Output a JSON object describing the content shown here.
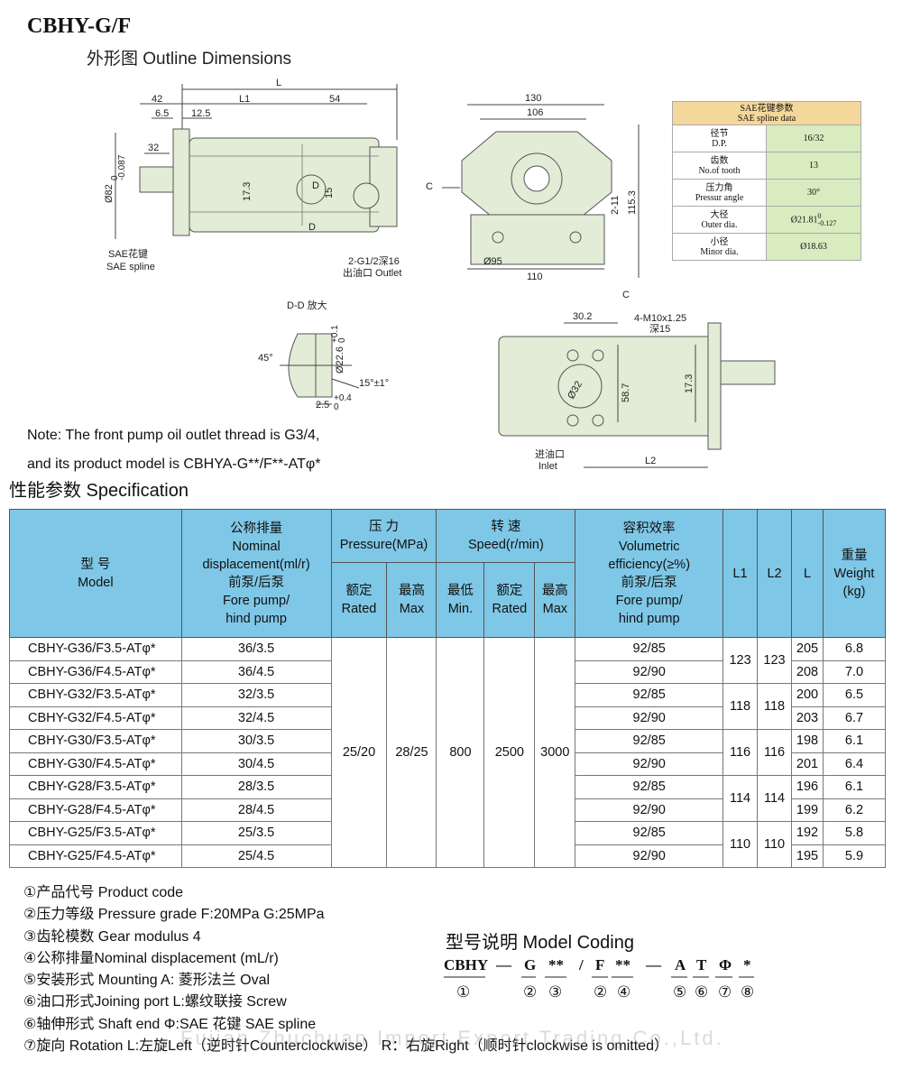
{
  "header": {
    "model": "CBHY-G/F",
    "outline_title": "外形图 Outline Dimensions"
  },
  "drawing_labels": {
    "L": "L",
    "L1": "L1",
    "d54": "54",
    "d42": "42",
    "d6_5": "6.5",
    "d12_5": "12.5",
    "d32": "32",
    "phi82": "Ø82",
    "phi82_tol_a": "0",
    "phi82_tol_b": "-0.087",
    "d17_3": "17.3",
    "D_upper": "D",
    "D_lower": "D",
    "d15": "15",
    "port": "2-G1/2深16",
    "outlet": "出油口 Outlet",
    "sae_cn": "SAE花键",
    "sae_en": "SAE spline",
    "d130": "130",
    "d106": "106",
    "C": "C",
    "d2_11": "2-11",
    "d115_3": "115.3",
    "phi95": "Ø95",
    "d110": "110",
    "dd_title": "D-D 放大",
    "deg45": "45°",
    "phi22_6": "Ø22.6",
    "phi22_6_tol_a": "+0.1",
    "phi22_6_tol_b": "0",
    "deg15": "15°±1°",
    "d2_5": "2.5",
    "d2_5_tol_a": "+0.4",
    "d2_5_tol_b": "0",
    "C2": "C",
    "d30_2": "30.2",
    "thread": "4-M10x1.25",
    "depth15": "深15",
    "phi32": "Ø32",
    "d58_7": "58.7",
    "d17_3b": "17.3",
    "inlet_cn": "进油口",
    "inlet_en": "Inlet",
    "L2": "L2"
  },
  "sae": {
    "title_cn": "SAE花键参数",
    "title_en": "SAE spline data",
    "rows": [
      {
        "cn": "径节",
        "en": "D.P.",
        "value": "16/32"
      },
      {
        "cn": "齿数",
        "en": "No.of tooth",
        "value": "13"
      },
      {
        "cn": "压力角",
        "en": "Pressur  angle",
        "value": "30°"
      },
      {
        "cn": "大径",
        "en": "Outer dia.",
        "value": "Ø21.81",
        "tol_a": "0",
        "tol_b": "-0.127"
      },
      {
        "cn": "小径",
        "en": "Minor dia.",
        "value": "Ø18.63"
      }
    ]
  },
  "note": {
    "line1": "Note: The front pump oil outlet thread is G3/4,",
    "line2": "and its product model is CBHYA-G**/F**-ATφ*"
  },
  "spec": {
    "title": "性能参数 Specification",
    "headers": {
      "model_cn": "型 号",
      "model_en": "Model",
      "disp_1": "公称排量",
      "disp_2": "Nominal",
      "disp_3": "displacement(ml/r)",
      "disp_4": "前泵/后泵",
      "disp_5": "Fore pump/",
      "disp_6": "hind pump",
      "pressure_cn": "压 力",
      "pressure_en": "Pressure(MPa)",
      "rated_cn": "额定",
      "rated_en": "Rated",
      "max_cn": "最高",
      "max_en": "Max",
      "speed_cn": "转 速",
      "speed_en": "Speed(r/min)",
      "min_cn": "最低",
      "min_en": "Min.",
      "srated_cn": "额定",
      "srated_en": "Rated",
      "smax_cn": "最高",
      "smax_en": "Max",
      "eff_1": "容积效率",
      "eff_2": "Volumetric",
      "eff_3": "efficiency(≥%)",
      "eff_4": "前泵/后泵",
      "eff_5": "Fore pump/",
      "eff_6": "hind pump",
      "l1": "L1",
      "l2": "L2",
      "l": "L",
      "weight_cn": "重量",
      "weight_en": "Weight",
      "weight_unit": "(kg)"
    },
    "shared": {
      "pressure_rated": "25/20",
      "pressure_max": "28/25",
      "speed_min": "800",
      "speed_rated": "2500",
      "speed_max": "3000"
    },
    "rows": [
      {
        "model": "CBHY-G36/F3.5-ATφ*",
        "disp": "36/3.5",
        "eff": "92/85",
        "L": "205",
        "weight": "6.8"
      },
      {
        "model": "CBHY-G36/F4.5-ATφ*",
        "disp": "36/4.5",
        "eff": "92/90",
        "L": "208",
        "weight": "7.0"
      },
      {
        "model": "CBHY-G32/F3.5-ATφ*",
        "disp": "32/3.5",
        "eff": "92/85",
        "L": "200",
        "weight": "6.5"
      },
      {
        "model": "CBHY-G32/F4.5-ATφ*",
        "disp": "32/4.5",
        "eff": "92/90",
        "L": "203",
        "weight": "6.7"
      },
      {
        "model": "CBHY-G30/F3.5-ATφ*",
        "disp": "30/3.5",
        "eff": "92/85",
        "L": "198",
        "weight": "6.1"
      },
      {
        "model": "CBHY-G30/F4.5-ATφ*",
        "disp": "30/4.5",
        "eff": "92/90",
        "L": "201",
        "weight": "6.4"
      },
      {
        "model": "CBHY-G28/F3.5-ATφ*",
        "disp": "28/3.5",
        "eff": "92/85",
        "L": "196",
        "weight": "6.1"
      },
      {
        "model": "CBHY-G28/F4.5-ATφ*",
        "disp": "28/4.5",
        "eff": "92/90",
        "L": "199",
        "weight": "6.2"
      },
      {
        "model": "CBHY-G25/F3.5-ATφ*",
        "disp": "25/3.5",
        "eff": "92/85",
        "L": "192",
        "weight": "5.8"
      },
      {
        "model": "CBHY-G25/F4.5-ATφ*",
        "disp": "25/4.5",
        "eff": "92/90",
        "L": "195",
        "weight": "5.9"
      }
    ],
    "pairs": [
      {
        "L1": "123",
        "L2": "123"
      },
      {
        "L1": "118",
        "L2": "118"
      },
      {
        "L1": "116",
        "L2": "116"
      },
      {
        "L1": "114",
        "L2": "114"
      },
      {
        "L1": "110",
        "L2": "110"
      }
    ]
  },
  "codes": [
    "①产品代号 Product code",
    "②压力等级 Pressure grade F:20MPa   G:25MPa",
    "③齿轮模数 Gear modulus 4",
    "④公称排量Nominal displacement (mL/r)",
    "⑤安装形式 Mounting A: 菱形法兰 Oval",
    "⑥油口形式Joining port L:螺纹联接 Screw",
    "⑥轴伸形式 Shaft end Φ:SAE 花键 SAE spline",
    "⑦旋向 Rotation L:左旋Left（逆时针Counterclockwise） R：右旋Right（顺时针clockwise is omitted）"
  ],
  "model_coding": {
    "title": "型号说明 Model Coding",
    "parts": [
      "CBHY",
      "—",
      "G",
      "**",
      "/",
      "F",
      "**",
      "—",
      "A",
      "T",
      "Φ",
      "*"
    ],
    "numbers": [
      "①",
      "②",
      "③",
      "②",
      "④",
      "⑤",
      "⑥",
      "⑦",
      "⑧"
    ]
  },
  "watermark": "Fujian Zhuchuan Import Export Trading Co.,Ltd."
}
